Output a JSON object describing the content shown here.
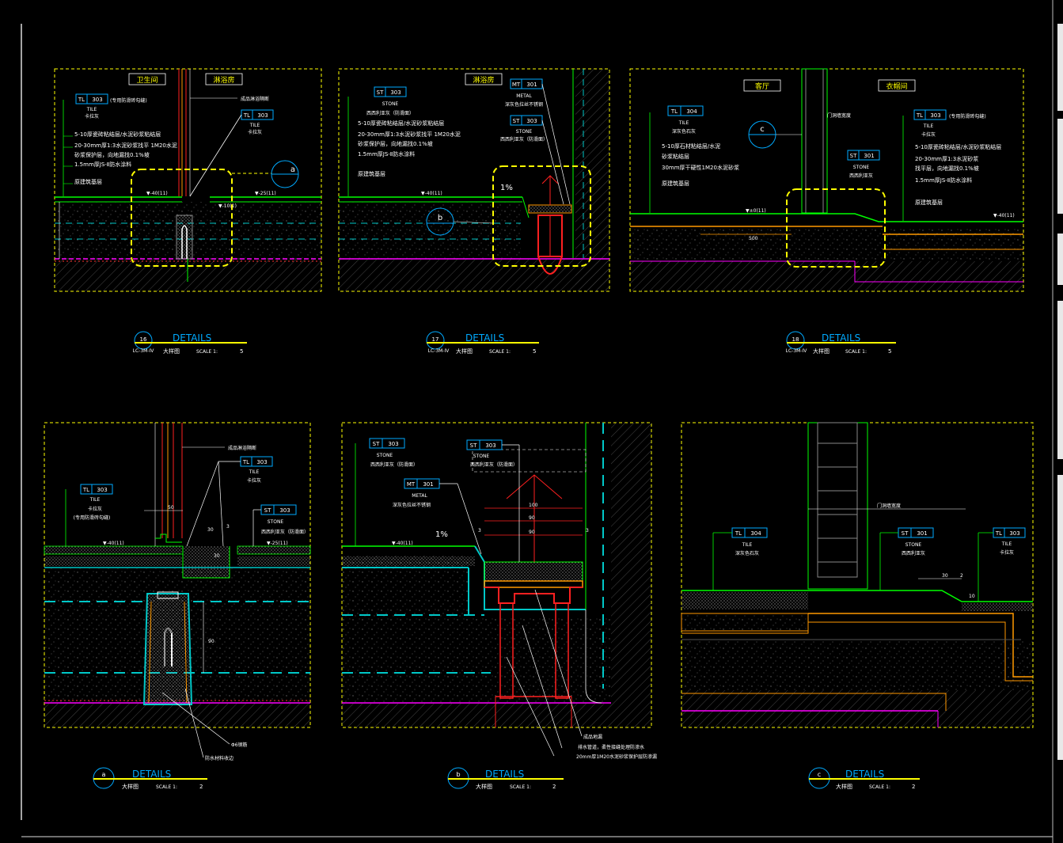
{
  "colors": {
    "frame": "#ffff00",
    "line": "#00ff00",
    "dim": "#ffffff",
    "tag": "#00aaff",
    "red": "#ff2020",
    "magenta": "#ff00ff",
    "orange": "#ff9900",
    "cyan": "#00c8c8"
  },
  "panels": {
    "p16": {
      "room1": "卫生间",
      "room2": "淋浴房",
      "tag1": {
        "code": "TL",
        "num": "303",
        "note": "(专用防滑砖勾缝)",
        "l1": "TILE",
        "l2": "卡拉灰"
      },
      "tag2": {
        "code": "TL",
        "num": "303",
        "l1": "TILE",
        "l2": "卡拉灰"
      },
      "note_top": "成品淋浴隔断",
      "notes": [
        "5-10厚瓷砖粘结层/水泥砂浆粘结层",
        "20-30mm厚1:3水泥砂浆找平 1M20水泥",
        "砂浆保护层，向地漏找0.1%坡",
        "1.5mm厚JS-Ⅱ防水涂料",
        "原建筑基层"
      ],
      "levels": [
        "▼-40(11)",
        "▼-25(11)",
        "▼-10(1)"
      ],
      "callout": "a",
      "title_num": "16",
      "title_sub": "LC-3M-IV",
      "title": "DETAILS",
      "title_cn": "大样图",
      "scale": "SCALE 1:",
      "scale_val": "5"
    },
    "p17": {
      "room1": "淋浴房",
      "tag1": {
        "code": "ST",
        "num": "303",
        "l1": "STONE",
        "l2": "西西利亚灰（防滑面）"
      },
      "tag2": {
        "code": "MT",
        "num": "301",
        "l1": "METAL",
        "l2": "深灰色拉丝不锈钢"
      },
      "tag3": {
        "code": "ST",
        "num": "303",
        "l1": "STONE",
        "l2": "西西利亚灰（防滑面）"
      },
      "notes": [
        "5-10厚瓷砖粘结层/水泥砂浆粘结层",
        "20-30mm厚1:3水泥砂浆找平 1M20水泥",
        "砂浆保护层，向地漏找0.1%坡",
        "1.5mm厚JS-Ⅱ防水涂料",
        "原建筑基层"
      ],
      "levels": [
        "▼-40(11)"
      ],
      "slope": "1%",
      "callout": "b",
      "title_num": "17",
      "title_sub": "LC-3M-IV",
      "title": "DETAILS",
      "title_cn": "大样图",
      "scale": "SCALE 1:",
      "scale_val": "5"
    },
    "p18": {
      "room1": "客厅",
      "room2": "衣帽间",
      "tag1": {
        "code": "TL",
        "num": "304",
        "l1": "TILE",
        "l2": "深灰色石灰"
      },
      "tag2": {
        "code": "ST",
        "num": "301",
        "l1": "STONE",
        "l2": "西西利亚灰"
      },
      "tag3": {
        "code": "TL",
        "num": "303",
        "note": "(专用防滑砖勾缝)",
        "l1": "TILE",
        "l2": "卡拉灰"
      },
      "notes_l": [
        "5-10厚石材粘结层/水泥",
        "砂浆粘结层",
        "30mm厚干硬性1M20水泥砂浆",
        "原建筑基层"
      ],
      "notes_r": [
        "5-10厚瓷砖粘结层/水泥砂浆粘结层",
        "20-30mm厚1:3水泥砂浆",
        "找平层，向地漏找0.1%坡",
        "1.5mm厚JS-Ⅱ防水涂料",
        "原建筑基层"
      ],
      "levels": [
        "▼±0(11)",
        "▼-40(11)"
      ],
      "dim500": "500",
      "wall_note": "门洞墙宽度",
      "callout": "c",
      "title_num": "18",
      "title_sub": "LC-3M-IV",
      "title": "DETAILS",
      "title_cn": "大样图",
      "scale": "SCALE 1:",
      "scale_val": "5"
    },
    "pa": {
      "tag1": {
        "code": "TL",
        "num": "303",
        "l1": "TILE",
        "l2": "卡拉灰",
        "note": "(专用防滑砖勾缝)"
      },
      "tag2": {
        "code": "TL",
        "num": "303",
        "l1": "TILE",
        "l2": "卡拉灰"
      },
      "tag3": {
        "code": "ST",
        "num": "303",
        "l1": "STONE",
        "l2": "西西利亚灰（防滑面）"
      },
      "note_top": "成品淋浴隔断",
      "levels": [
        "▼-40(11)",
        "▼-25(11)"
      ],
      "dims": [
        "50",
        "30",
        "3",
        "30"
      ],
      "notes_b": [
        "Φ6钢筋",
        "防水材料收边"
      ],
      "title_num": "a",
      "title": "DETAILS",
      "title_cn": "大样图",
      "scale": "SCALE 1:",
      "scale_val": "2"
    },
    "pb": {
      "tag1": {
        "code": "ST",
        "num": "303",
        "l1": "STONE",
        "l2": "西西利亚灰（防滑面）"
      },
      "tag2": {
        "code": "ST",
        "num": "303",
        "l1": "STONE",
        "l2": "西西利亚灰（防滑面）"
      },
      "tag3": {
        "code": "MT",
        "num": "301",
        "l1": "METAL",
        "l2": "深灰色拉丝不锈钢"
      },
      "levels": [
        "▼-40(11)"
      ],
      "slope": "1%",
      "dims": [
        "100",
        "90",
        "90",
        "3",
        "3"
      ],
      "notes_b": [
        "成品地漏",
        "排水管道，柔性接缝处理防渗水",
        "20mm厚1M20水泥砂浆保护层防渗漏"
      ],
      "title_num": "b",
      "title": "DETAILS",
      "title_cn": "大样图",
      "scale": "SCALE 1:",
      "scale_val": "2"
    },
    "pc": {
      "tag1": {
        "code": "TL",
        "num": "304",
        "l1": "TILE",
        "l2": "深灰色石灰"
      },
      "tag2": {
        "code": "ST",
        "num": "301",
        "l1": "STONE",
        "l2": "西西利亚灰"
      },
      "tag3": {
        "code": "TL",
        "num": "303",
        "l1": "TILE",
        "l2": "卡拉灰"
      },
      "dims": [
        "30",
        "2",
        "10"
      ],
      "wall_note": "门洞墙宽度",
      "title_num": "c",
      "title": "DETAILS",
      "title_cn": "大样图",
      "scale": "SCALE 1:",
      "scale_val": "2"
    }
  }
}
